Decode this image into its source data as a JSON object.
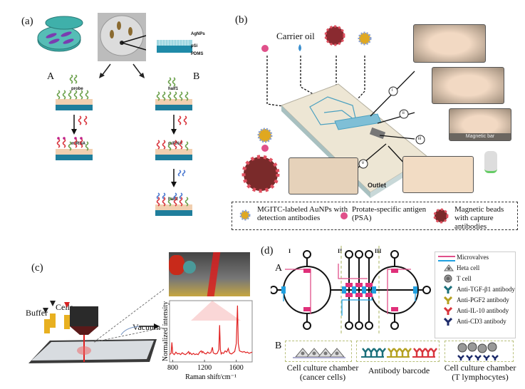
{
  "panels": {
    "a": {
      "label": "(a)",
      "layers": [
        "AgNPs",
        "pSi",
        "PDMS"
      ],
      "route_a": {
        "label": "A",
        "probe": "probe",
        "target": "miRNA"
      },
      "route_b": {
        "label": "B",
        "probe": "half1",
        "target": "miRNA",
        "second": "half2"
      }
    },
    "b": {
      "label": "(b)",
      "carrier_oil": "Carrier oil",
      "outlet": "Outlet",
      "magnetic_bar": "Magnetic bar",
      "stages": [
        "i",
        "ii",
        "iii",
        "iv",
        "v"
      ],
      "legend": [
        {
          "icon": "aunp-icon",
          "text": "MGITC-labeled AuNPs with detection antibodies"
        },
        {
          "icon": "psa-icon",
          "text": "Protate-specific antigen (PSA)"
        },
        {
          "icon": "magnetic-bead-icon",
          "text": "Magnetic beads with capture antibodies"
        }
      ]
    },
    "c": {
      "label": "(c)",
      "buffer": "Buffer",
      "cells": "Cells",
      "vacuum": "Vacuum",
      "chart_data": {
        "type": "line",
        "title": "",
        "xlabel": "Raman shift/cm⁻¹",
        "ylabel": "Normalized intensity",
        "xlim": [
          760,
          1800
        ],
        "ylim": [
          0,
          1
        ],
        "xticks": [
          800,
          1200,
          1600
        ],
        "series": [
          {
            "name": "Raman spectrum",
            "color": "#e02020",
            "x": [
              760,
              780,
              790,
              800,
              820,
              840,
              860,
              880,
              900,
              920,
              940,
              960,
              980,
              1000,
              1010,
              1020,
              1040,
              1060,
              1080,
              1100,
              1120,
              1140,
              1160,
              1170,
              1180,
              1200,
              1220,
              1240,
              1260,
              1280,
              1300,
              1310,
              1320,
              1340,
              1360,
              1380,
              1390,
              1400,
              1410,
              1420,
              1440,
              1460,
              1480,
              1500,
              1510,
              1520,
              1540,
              1560,
              1580,
              1600,
              1615,
              1625,
              1640,
              1660,
              1680,
              1700,
              1720,
              1740,
              1760,
              1780,
              1800
            ],
            "y": [
              0.12,
              0.14,
              0.32,
              0.14,
              0.12,
              0.16,
              0.13,
              0.14,
              0.12,
              0.15,
              0.13,
              0.12,
              0.14,
              0.17,
              0.13,
              0.15,
              0.12,
              0.14,
              0.12,
              0.13,
              0.12,
              0.16,
              0.18,
              0.15,
              0.17,
              0.14,
              0.13,
              0.16,
              0.14,
              0.15,
              0.24,
              0.15,
              0.14,
              0.13,
              0.14,
              0.2,
              0.6,
              0.2,
              0.13,
              0.15,
              0.14,
              0.18,
              0.16,
              0.22,
              0.16,
              0.14,
              0.13,
              0.15,
              0.17,
              0.3,
              0.92,
              0.3,
              0.18,
              0.17,
              0.16,
              0.17,
              0.15,
              0.16,
              0.14,
              0.15,
              0.16
            ]
          }
        ]
      }
    },
    "d": {
      "label": "(d)",
      "row_a": "A",
      "row_b": "B",
      "sections": [
        "I",
        "II",
        "III"
      ],
      "legend": [
        {
          "icon": "microvalve-icon",
          "text": "Microvalves"
        },
        {
          "icon": "heta-cell-icon",
          "text": "Heta cell"
        },
        {
          "icon": "t-cell-icon",
          "text": "T cell"
        },
        {
          "icon": "antibody-icon",
          "color": "#1a6f7a",
          "text": "Anti-TGF-β1 antibody"
        },
        {
          "icon": "antibody-icon",
          "color": "#b5a020",
          "text": "Anti-PGF2 antibody"
        },
        {
          "icon": "antibody-icon",
          "color": "#d8343c",
          "text": "Anti-IL-10 antibody"
        },
        {
          "icon": "antibody-icon",
          "color": "#1c2a6a",
          "text": "Anti-CD3 antibody"
        }
      ],
      "captions": [
        {
          "line1": "Cell culture chamber",
          "line2": "(cancer cells)"
        },
        {
          "line1": "Antibody barcode",
          "line2": ""
        },
        {
          "line1": "Cell culture chamber",
          "line2": "(T lymphocytes)"
        }
      ]
    }
  }
}
